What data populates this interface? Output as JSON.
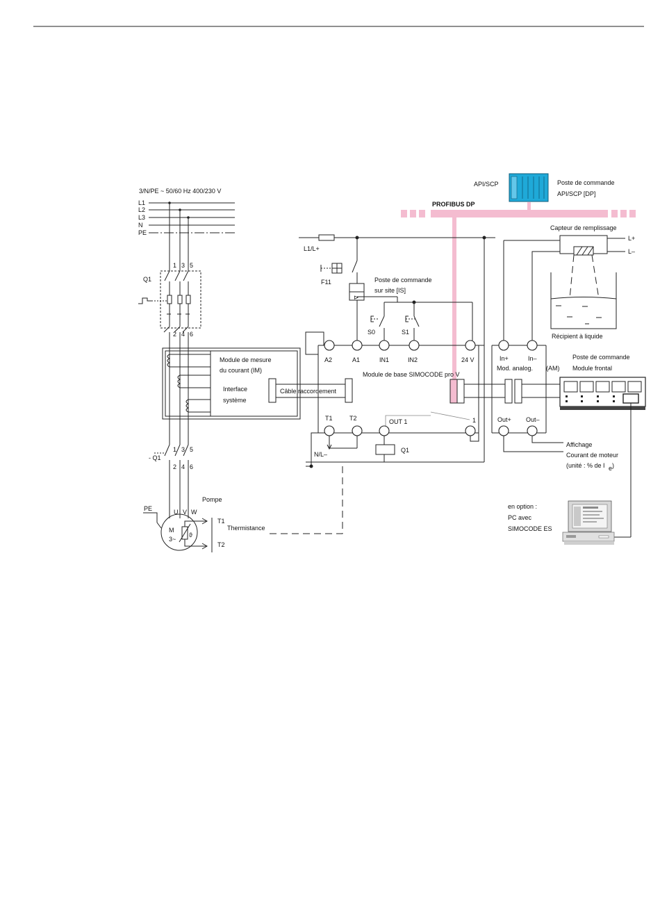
{
  "supply": {
    "header": "3/N/PE   ~ 50/60 Hz   400/230 V",
    "lines": [
      "L1",
      "L2",
      "L3",
      "N",
      "PE"
    ]
  },
  "main_contactor": {
    "label": "Q1",
    "top_terminals": [
      "1",
      "3",
      "5"
    ],
    "bottom_terminals": [
      "2",
      "4",
      "6"
    ]
  },
  "contactor_q1": {
    "label": "- Q1",
    "top_terminals": [
      "1",
      "3",
      "5"
    ],
    "bottom_terminals": [
      "2",
      "4",
      "6"
    ]
  },
  "current_module": {
    "title_line1": "Module de mesure",
    "title_line2": "du courant (IM)",
    "iface_line1": "Interface",
    "iface_line2": "système"
  },
  "cable_label": "Câble raccordement",
  "base_module": {
    "label": "Module de base SIMOCODE pro V",
    "top_terminals": [
      "A2",
      "A1",
      "IN1",
      "IN2",
      "24 V"
    ],
    "bottom_terminals": [
      "T1",
      "T2",
      "OUT 1",
      "1"
    ],
    "nl_label": "N/L–",
    "coil_label": "Q1"
  },
  "supply_feed": {
    "l1_label": "L1/L+",
    "fuse_label": "F11"
  },
  "local_station": {
    "line1": "Poste de commande",
    "line2": "sur site [IS]",
    "s0": "S0",
    "s1": "S1"
  },
  "plc": {
    "left_label": "API/SCP",
    "right_line1": "Poste de commande",
    "right_line2": "API/SCP [DP]",
    "bus_label": "PROFIBUS DP"
  },
  "level_sensor": {
    "title": "Capteur de remplissage",
    "plus": "L+",
    "minus": "L–",
    "tank_label": "Récipient à liquide"
  },
  "analog_module": {
    "top_terminals": [
      "In+",
      "In–"
    ],
    "label": "Mod. analog.",
    "am": "(AM)",
    "bottom_terminals": [
      "Out+",
      "Out–"
    ]
  },
  "front_panel": {
    "line1": "Poste de commande",
    "line2": "Module frontal"
  },
  "display": {
    "line1": "Affichage",
    "line2": "Courant de moteur",
    "line3": "(unité : % de I",
    "subscript": "e",
    "close": ")"
  },
  "pump": {
    "label": "Pompe",
    "pe": "PE",
    "phases": [
      "U",
      "V",
      "W"
    ],
    "motor": "M",
    "motor_sub": "3~",
    "theta": "ϑ",
    "t1": "T1",
    "t2": "T2",
    "thermistor": "Thermistance"
  },
  "pc": {
    "line1": "en option :",
    "line2": "PC avec",
    "line3": "SIMOCODE ES"
  },
  "colors": {
    "profibus": "#f4bcd0",
    "plc": "#1fa9d8",
    "line": "#222222"
  }
}
